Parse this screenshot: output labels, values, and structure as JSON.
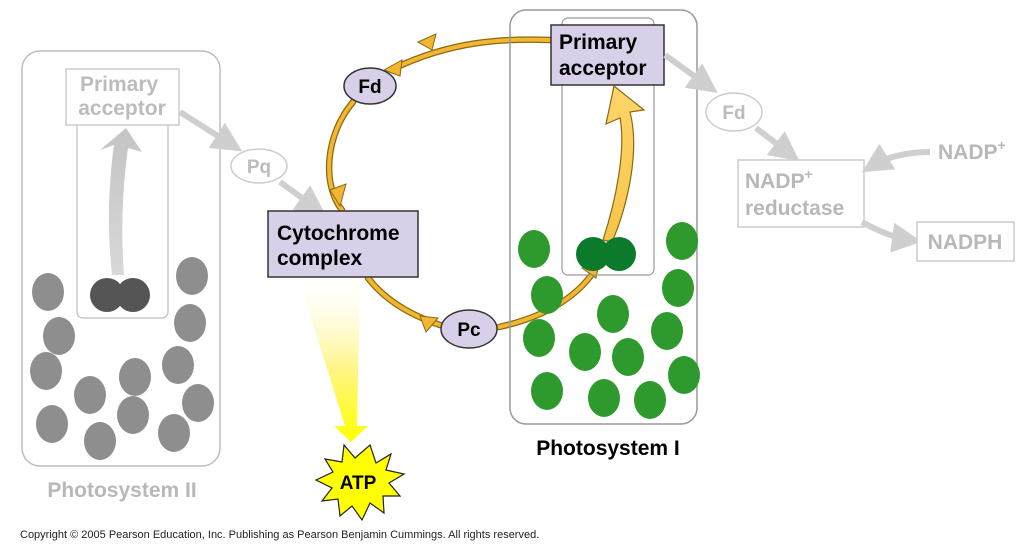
{
  "photosystem_2": {
    "label": "Photosystem II",
    "primary_acceptor": [
      "Primary",
      "acceptor"
    ]
  },
  "photosystem_1": {
    "label": "Photosystem I",
    "primary_acceptor": [
      "Primary",
      "acceptor"
    ]
  },
  "carriers": {
    "pq": "Pq",
    "fd_cycle": "Fd",
    "pc": "Pc",
    "fd_out": "Fd"
  },
  "cytochrome": [
    "Cytochrome",
    "complex"
  ],
  "nadp_reductase": [
    "NADP",
    "+",
    "reductase"
  ],
  "nadp_in": {
    "base": "NADP",
    "sup": "+"
  },
  "nadph": "NADPH",
  "atp": "ATP",
  "copyright": "Copyright © 2005 Pearson Education, Inc. Publishing as Pearson Benjamin Cummings. All rights reserved.",
  "colors": {
    "faded": "#c8c8c8",
    "faded_text": "#b8b8b8",
    "box_border": "#a9a9a9",
    "carrier_fill": "#d8d0e8",
    "cycle_arrow": "#f2b630",
    "cycle_arrow_edge": "#8a6a10",
    "chlorophyll_green": "#2e9a2e",
    "reaction_center_green": "#0b7a2a",
    "ps2_gray": "#8e8e8e",
    "ps2_center": "#555555",
    "atp_yellow": "#ffff00"
  }
}
